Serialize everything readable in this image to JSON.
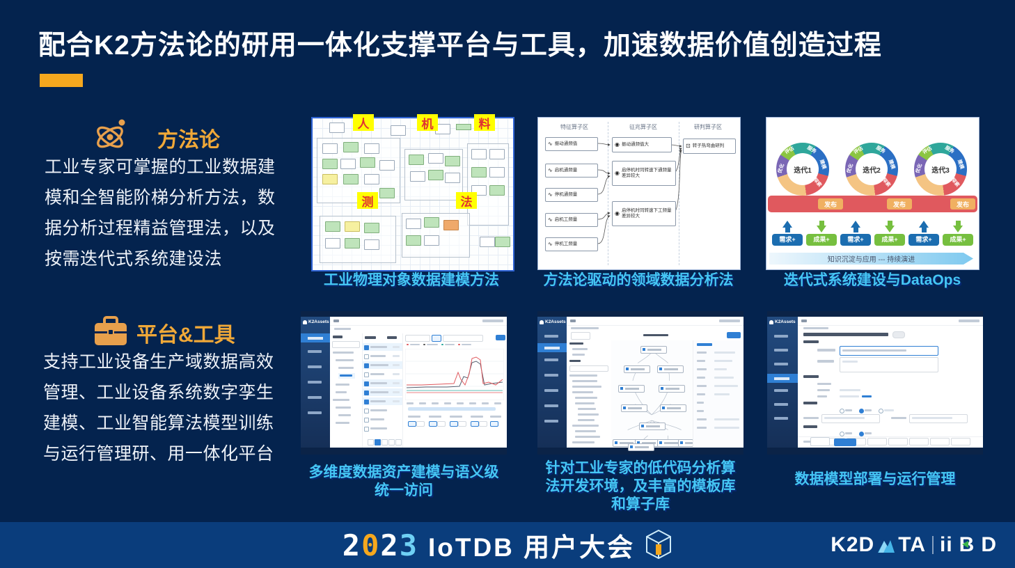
{
  "slide": {
    "title": "配合K2方法论的研用一体化支撑平台与工具，加速数据价值创造过程",
    "colors": {
      "background": "#04234e",
      "footer_band": "#0a3d7c",
      "accent_orange": "#f6a81e",
      "section_heading_orange": "#f0a838",
      "caption_blue": "#45c6f4"
    }
  },
  "sections": {
    "methodology": {
      "icon": "atom-icon",
      "heading": "方法论",
      "body": "工业专家可掌握的工业数据建模和全智能阶梯分析方法，数据分析过程精益管理法，以及按需迭代式系统建设法"
    },
    "platform": {
      "icon": "briefcase-icon",
      "heading": "平台&工具",
      "body": "支持工业设备生产域数据高效管理、工业设备系统数字孪生建模、工业智能算法模型训练与运行管理研、用一体化平台"
    }
  },
  "thumbnails": {
    "modeling": {
      "caption": "工业物理对象数据建模方法",
      "labels": [
        "人",
        "机",
        "料",
        "测",
        "法"
      ]
    },
    "analysis": {
      "caption": "方法论驱动的领域数据分析法",
      "columns": [
        "特征算子区",
        "征兆算子区",
        "研判算子区"
      ],
      "feature_nodes": [
        "振动通频值",
        "启机通频量",
        "停机通频量",
        "启机工频量",
        "停机工频量"
      ],
      "symptom_nodes": [
        "振动通频值大",
        "启停机时同转速下通频量差异较大",
        "启停机时同转速下工频量差异较大"
      ],
      "judgment_nodes": [
        "转子热弯曲研判"
      ]
    },
    "dataops": {
      "caption": "迭代式系统建设与DataOps",
      "iterations": [
        "迭代1",
        "迭代2",
        "迭代3"
      ],
      "segments": [
        "优化",
        "评估",
        "服务",
        "建模",
        "探索"
      ],
      "release": "发布",
      "demand": "需求+",
      "result": "成果+",
      "bottom_arrow": "知识沉淀与应用 --- 持续演进"
    },
    "assets": {
      "caption": "多维度数据资产建模与语义级统一访问",
      "app_name": "K2Assets"
    },
    "lowcode": {
      "caption": "针对工业专家的低代码分析算法开发环境，及丰富的模板库和算子库",
      "app_name": "K2Assets"
    },
    "deployment": {
      "caption": "数据模型部署与运行管理",
      "app_name": "K2Assets"
    }
  },
  "footer": {
    "year_chars": [
      "2",
      "0",
      "2",
      "3"
    ],
    "event": "IoTDB 用户大会",
    "iotdb_logo": "iotdb-cube-icon",
    "k2data_prefix": "K2D",
    "k2data_suffix": "TA",
    "mountain_icon": "mountain-icon",
    "iibd_chars": [
      "ii",
      "B",
      "D"
    ]
  }
}
